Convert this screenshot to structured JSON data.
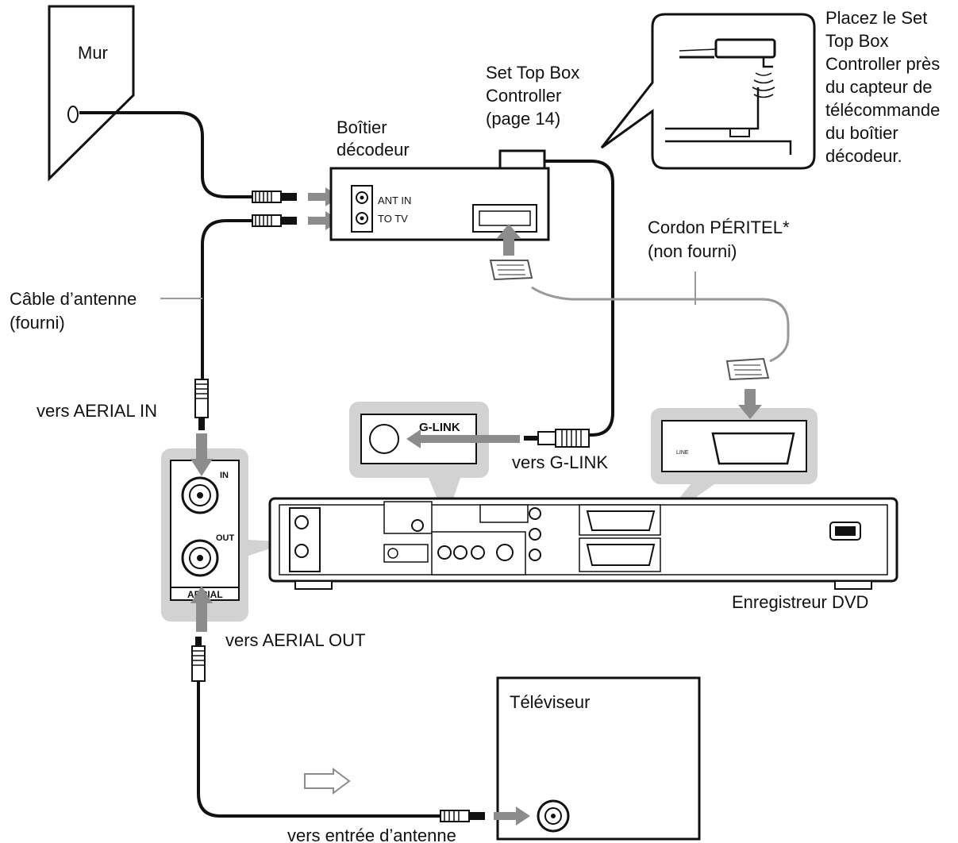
{
  "labels": {
    "wall": "Mur",
    "set_top_box": [
      "Boîtier",
      "décodeur"
    ],
    "controller": [
      "Set Top Box",
      "Controller",
      "(page 14)"
    ],
    "placement_note": [
      "Placez le Set",
      "Top Box",
      "Controller près",
      "du capteur de",
      "télécommande",
      "du boîtier",
      "décodeur."
    ],
    "ant_in": "ANT IN",
    "to_tv": "TO TV",
    "scart_cord": [
      "Cordon PÉRITEL*",
      "(non fourni)"
    ],
    "aerial_cable": [
      "Câble d’antenne",
      "(fourni)"
    ],
    "to_aerial_in": "vers AERIAL IN",
    "to_glink": "vers G-LINK",
    "glink_port": "G-LINK",
    "dvd_recorder": "Enregistreur DVD",
    "to_aerial_out": "vers AERIAL OUT",
    "tv": "Téléviseur",
    "to_antenna_input": "vers entrée d’antenne",
    "aerial_in_port": "IN",
    "aerial_out_port": "OUT",
    "aerial_panel": "AERIAL"
  },
  "colors": {
    "ink": "#111111",
    "callout_gray": "#d2d2d2",
    "arrow_gray": "#8c8c8c",
    "cable_gray": "#999999"
  },
  "icons": [
    "wall-outlet-icon",
    "coax-plug-icon",
    "scart-plug-icon",
    "minijack-plug-icon",
    "remote-sensor-icon",
    "signal-arrow-icon"
  ]
}
